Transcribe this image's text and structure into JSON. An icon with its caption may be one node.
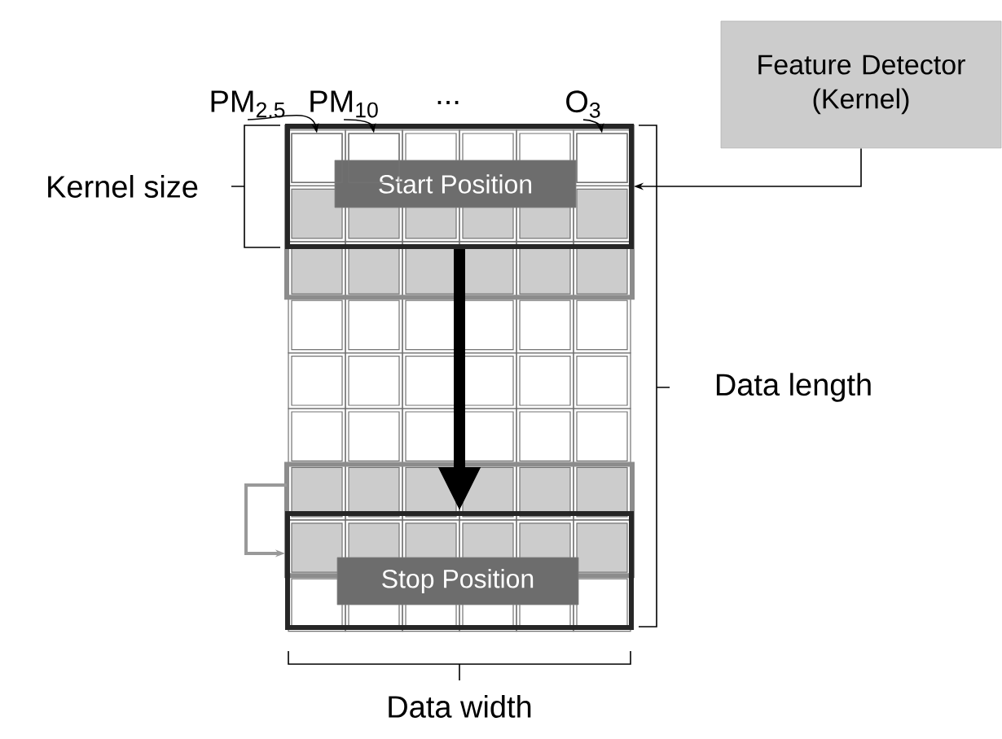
{
  "diagram": {
    "nodes": [
      {
        "text": [
          "PM$_{2.5}$"
        ]
      },
      {
        "text": [
          "PM$_{10}$"
        ]
      },
      {
        "text": [
          "O$_{3}$"
        ]
      },
      {
        "text": [
          "Feature Detector (Kernel)"
        ]
      },
      {
        "text": [],
        "shape": "box"
      },
      {
        "text": [
          "Start Position"
        ],
        "in": 4
      },
      {
        "text": [],
        "shape": "box"
      },
      {
        "text": [
          "Stop Position"
        ],
        "in": 6
      },
      {
        "text": [],
        "shape": "box",
        "in": 4
      },
      {
        "text": [],
        "shape": "box",
        "in": 4
      },
      {
        "text": [],
        "shape": "box",
        "in": 4
      }
    ],
    "edges": [
      {
        "from": 0,
        "to": 8,
        "arrow": "to"
      },
      {
        "from": 1,
        "to": 9,
        "arrow": "to"
      },
      {
        "from": 2,
        "to": 10,
        "arrow": "to"
      },
      {
        "from": 3,
        "to": 4,
        "arrow": "to"
      },
      {
        "from": 4,
        "to": 6,
        "arrow": "to",
        "style": "thick"
      },
      {
        "from": null,
        "to": 6,
        "arrow": "to",
        "color": "#999999"
      }
    ],
    "labels": [
      "...",
      "Kernel size",
      "Data length",
      "Data width"
    ]
  }
}
